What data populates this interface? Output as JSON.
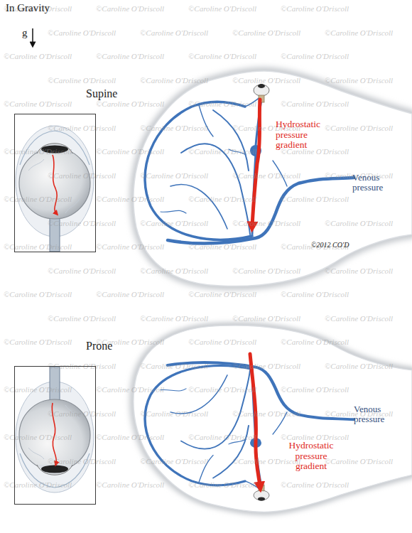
{
  "diagram": {
    "nodes": [
      {
        "text": [
          "Supine"
        ]
      },
      {
        "text": [
          "Prone"
        ]
      }
    ],
    "labels": [
      "In Gravity",
      "g",
      "Hydrostatic pressure gradient",
      "Venous pressure",
      "©2012 CO'D",
      "Venous pressure",
      "Hydrostatic pressure gradient",
      "©Caroline O'Driscoll",
      "©Caroline O'Driscoll",
      "©Caroline O'Driscoll",
      "©Caroline O'Driscoll",
      "©Caroline O'Driscoll",
      "©Caroline O'Driscoll",
      "©Caroline O'Driscoll",
      "©Caroline O'Driscoll",
      "©Caroline O'Driscoll",
      "©Caroline O'Driscoll",
      "©Caroline O'Driscoll",
      "©Caroline O'Driscoll",
      "©Caroline O'Driscoll",
      "©Caroline O'Driscoll",
      "©Caroline O'Driscoll",
      "©Caroline O'Driscoll",
      "©Caroline O'Driscoll",
      "©Caroline O'Driscoll",
      "©Caroline O'Driscoll",
      "©Caroline O'Driscoll",
      "©Caroline O'Driscoll",
      "©Caroline O'Driscoll",
      "©Caroline O'Driscoll",
      "©Caroline O'Driscoll",
      "©Caroline O'Driscoll",
      "©Caroline O'Driscoll",
      "©Caroline O'Driscoll",
      "©Caroline O'Driscoll",
      "©Caroline O'Driscoll",
      "©Caroline O'Driscoll",
      "©Caroline O'Driscoll",
      "©Caroline O'Driscoll",
      "©Caroline O'Driscoll",
      "©Caroline O'Driscoll",
      "©Caroline O'Driscoll",
      "©Caroline O'Driscoll",
      "©Caroline O'Driscoll",
      "©Caroline O'Driscoll",
      "©Caroline O'Driscoll",
      "©Caroline O'Driscoll",
      "©Caroline O'Driscoll",
      "©Caroline O'Driscoll",
      "©Caroline O'Driscoll",
      "©Caroline O'Driscoll",
      "©Caroline O'Driscoll",
      "©Caroline O'Driscoll",
      "©Caroline O'Driscoll",
      "©Caroline O'Driscoll",
      "©Caroline O'Driscoll",
      "©Caroline O'Driscoll",
      "©Caroline O'Driscoll",
      "©Caroline O'Driscoll",
      "©Caroline O'Driscoll",
      "©Caroline O'Driscoll",
      "©Caroline O'Driscoll",
      "©Caroline O'Driscoll",
      "©Caroline O'Driscoll",
      "©Caroline O'Driscoll",
      "©Caroline O'Driscoll",
      "©Caroline O'Driscoll",
      "©Caroline O'Driscoll",
      "©Caroline O'Driscoll",
      "©Caroline O'Driscoll",
      "©Caroline O'Driscoll",
      "©Caroline O'Driscoll",
      "©Caroline O'Driscoll",
      "©Caroline O'Driscoll",
      "©Caroline O'Driscoll",
      "©Caroline O'Driscoll",
      "©Caroline O'Driscoll",
      "©Caroline O'Driscoll",
      "©Caroline O'Driscoll",
      "©Caroline O'Driscoll",
      "©Caroline O'Driscoll",
      "©Caroline O'Driscoll",
      "©Caroline O'Driscoll",
      "©Caroline O'Driscoll",
      "©Caroline O'Driscoll",
      "©Caroline O'Driscoll",
      "©Caroline O'Driscoll",
      "©Caroline O'Driscoll",
      "©Caroline O'Driscoll",
      "©Caroline O'Driscoll",
      "©Caroline O'Driscoll"
    ]
  }
}
